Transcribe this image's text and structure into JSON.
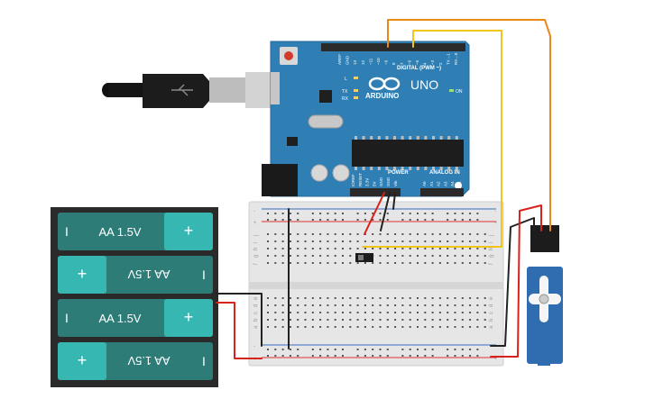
{
  "colors": {
    "arduino_board": "#2f7fb5",
    "header_black": "#2a2a2a",
    "wire_orange": "#e8891a",
    "wire_yellow": "#f2c618",
    "wire_red": "#d9221c",
    "wire_black": "#222222",
    "battery_cell": "#2e7c78",
    "battery_cap": "#37b7b1",
    "breadboard": "#e6e6e6",
    "servo_body": "#2f6cb0"
  },
  "arduino": {
    "logo_text": "ARDUINO",
    "model_text": "UNO",
    "digital_label": "DIGITAL (PWM ~)",
    "power_label": "POWER",
    "analog_label": "ANALOG IN",
    "on_label": "ON",
    "l_label": "L",
    "tx_label": "TX",
    "rx_label": "RX",
    "top_pins": [
      "AREF",
      "GND",
      "13",
      "12",
      "~11",
      "~10",
      "~9",
      "8",
      "7",
      "~6",
      "~5",
      "4",
      "~3",
      "2",
      "TX→1",
      "RX←0"
    ],
    "power_pins": [
      "IOREF",
      "RESET",
      "3.3V",
      "5V",
      "GND",
      "GND",
      "Vin"
    ],
    "analog_pins": [
      "A0",
      "A1",
      "A2",
      "A3",
      "A4",
      "A5"
    ]
  },
  "battery_pack": {
    "cells": [
      {
        "label": "AA 1.5V",
        "flipped": false
      },
      {
        "label": "AA 1.5V",
        "flipped": true
      },
      {
        "label": "AA 1.5V",
        "flipped": false
      },
      {
        "label": "AA 1.5V",
        "flipped": true
      }
    ],
    "plus_symbol": "+",
    "minus_symbol": "I"
  },
  "breadboard": {
    "row_letters_top": [
      "j",
      "i",
      "h",
      "g",
      "f"
    ],
    "row_letters_bottom": [
      "e",
      "d",
      "c",
      "b",
      "a"
    ],
    "rail_plus": "+",
    "rail_minus": "-"
  }
}
